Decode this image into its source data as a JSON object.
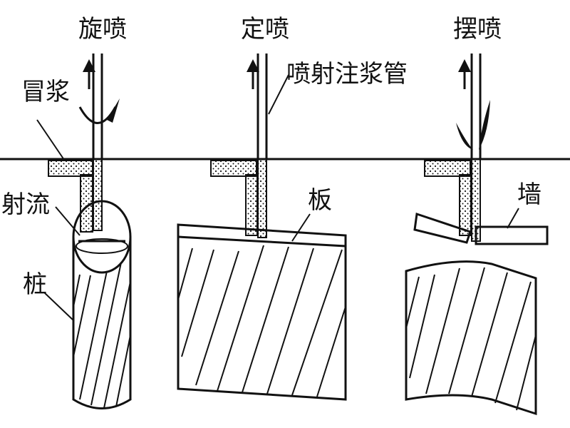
{
  "labels": {
    "rotary": "旋喷",
    "fixed": "定喷",
    "swing": "摆喷",
    "grout_return": "冒浆",
    "pipe": "喷射注浆管",
    "jet": "射流",
    "pile": "桩",
    "plate": "板",
    "wall": "墙"
  },
  "colors": {
    "ink": "#111111",
    "background": "#ffffff"
  }
}
